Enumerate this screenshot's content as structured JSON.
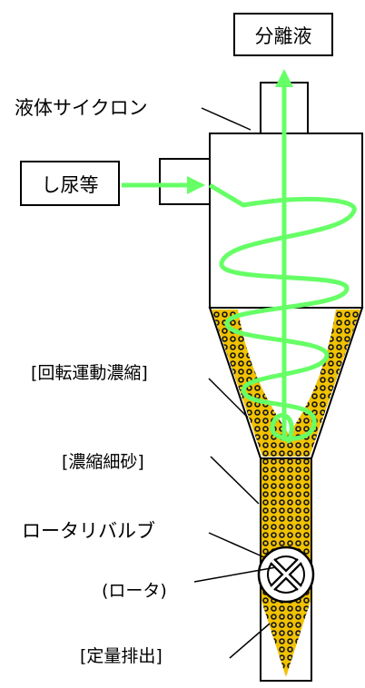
{
  "labels": {
    "separated_liquid": "分離液",
    "cyclone": "液体サイクロン",
    "input": "し尿等",
    "rotational_concentration": "[回転運動濃縮]",
    "concentrated_sand": "[濃縮細砂]",
    "rotary_valve": "ロータリバルブ",
    "rotor": "(ロータ)",
    "metered_discharge": "[定量排出]"
  },
  "colors": {
    "flow": "#66ff66",
    "outline": "#000000",
    "sand_fill": "#f2c200",
    "sand_dot": "#1a1a1a"
  }
}
